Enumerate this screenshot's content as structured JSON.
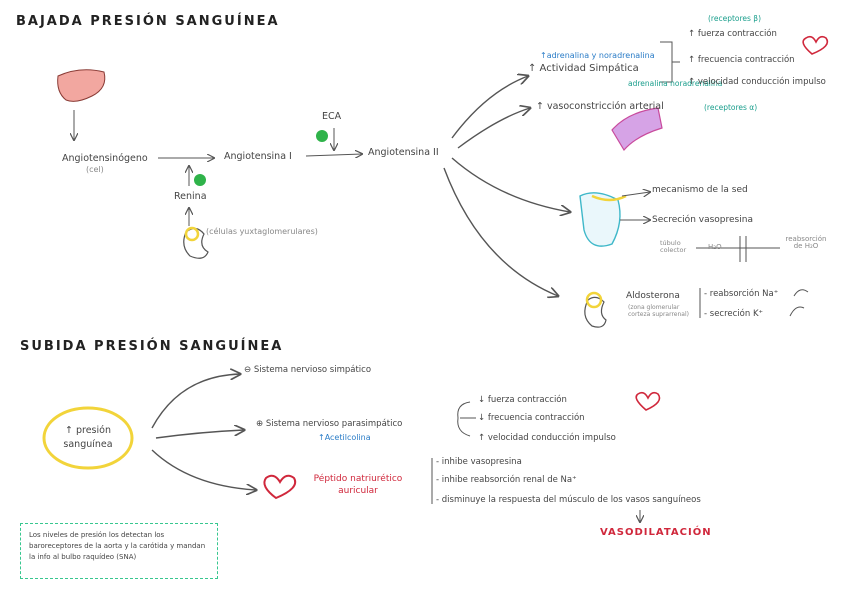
{
  "top": {
    "title": "BAJADA PRESIÓN SANGUÍNEA",
    "angiotensinogen": "Angiotensinógeno",
    "angiotensinogen_src": "(cel)",
    "angio1": "Angiotensina I",
    "angio2": "Angiotensina II",
    "eca": "ECA",
    "renina": "Renina",
    "yuxta": "(células yuxtaglomerulares)",
    "act_symp": "↑ Actividad Simpática",
    "adren_top": "↑adrenalina y noradrenalina",
    "adren_bottom": "adrenalina noradrenalina",
    "receptors_b": "(receptores β)",
    "fuerza": "↑ fuerza contracción",
    "frec": "↑ frecuencia contracción",
    "vel": "↑ velocidad conducción impulso",
    "vaso": "↑ vasoconstricción arterial",
    "receptors_a": "(receptores α)",
    "sed": "mecanismo de la sed",
    "vasopresina": "Secreción vasopresina",
    "tubule": "túbulo colector",
    "h2o_mid": "H₂O",
    "reabs_h2o": "reabsorción de H₂O",
    "aldosterona": "Aldosterona",
    "aldo_src": "(zona glomerular corteza suprarrenal)",
    "reabs_na": "- reabsorción Na⁺",
    "secr_k": "- secreción K⁺"
  },
  "bottom": {
    "title": "SUBIDA PRESIÓN SANGUÍNEA",
    "presion": "↑ presión sanguínea",
    "symp": "⊖ Sistema nervioso simpático",
    "parasymp": "⊕ Sistema nervioso parasimpático",
    "acetil": "↑Acetilcolina",
    "fuerza": "↓ fuerza contracción",
    "frec": "↓ frecuencia contracción",
    "vel": "↑ velocidad conducción impulso",
    "peptido": "Péptido natriurético auricular",
    "inh_vaso": "- inhibe vasopresina",
    "inh_na": "- inhibe reabsorción renal de Na⁺",
    "dism": "- disminuye la respuesta del músculo de los vasos sanguíneos",
    "vasodil": "VASODILATACIÓN",
    "note": "Los niveles de presión los detectan los baroreceptores de la aorta y la carótida y mandan la info al bulbo raquídeo (SNA)"
  },
  "colors": {
    "red": "#d0283c",
    "green": "#2fb34a",
    "yellow": "#f2d43a",
    "teal": "#1a9e8c",
    "pink": "#c84a9c",
    "blue": "#3fb8c9"
  }
}
